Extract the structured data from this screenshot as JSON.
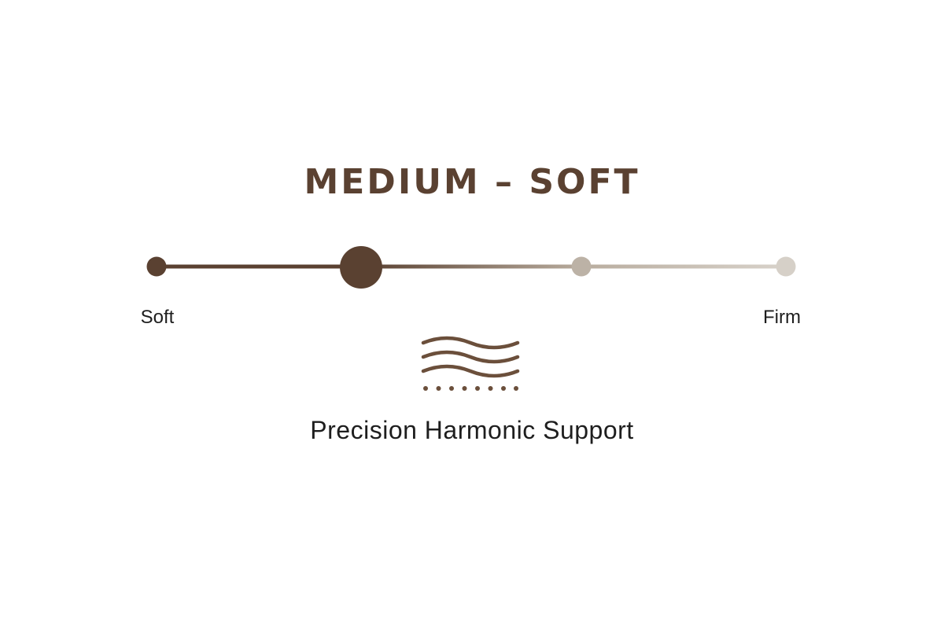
{
  "firmness": {
    "title": "MEDIUM – SOFT",
    "scale": {
      "min_label": "Soft",
      "max_label": "Firm",
      "stops": 4,
      "selected_position": 0.333,
      "colors": {
        "active": "#5a4131",
        "inactive": "#c9c0b4",
        "inactive_light": "#dcd6cd"
      }
    }
  },
  "feature": {
    "icon": "support-waves-icon",
    "label": "Precision Harmonic Support"
  }
}
